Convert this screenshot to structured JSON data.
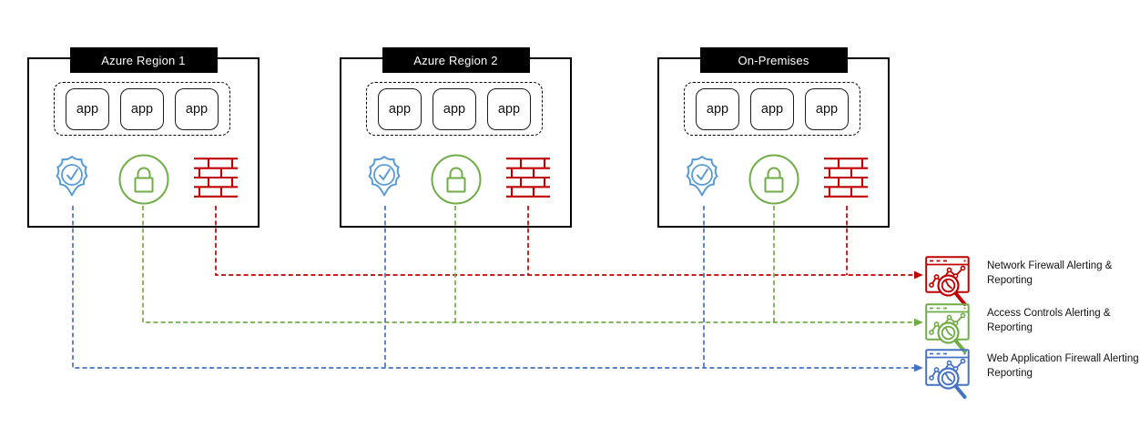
{
  "colors": {
    "shield_blue": "#5B9BD5",
    "line_blue": "#4472C4",
    "green": "#70AD47",
    "red": "#C00000",
    "box_border": "#000000"
  },
  "zones": [
    {
      "title": "Azure Region 1",
      "apps": [
        "app",
        "app",
        "app"
      ],
      "icons": [
        "shield-check",
        "lock",
        "firewall"
      ]
    },
    {
      "title": "Azure Region 2",
      "apps": [
        "app",
        "app",
        "app"
      ],
      "icons": [
        "shield-check",
        "lock",
        "firewall"
      ]
    },
    {
      "title": "On-Premises",
      "apps": [
        "app",
        "app",
        "app"
      ],
      "icons": [
        "shield-check",
        "lock",
        "firewall"
      ]
    }
  ],
  "reports": [
    {
      "icon": "report-chart-magnifier",
      "color": "#C00000",
      "label": "Network  Firewall Alerting & Reporting"
    },
    {
      "icon": "report-chart-magnifier",
      "color": "#70AD47",
      "label": "Access Controls Alerting & Reporting"
    },
    {
      "icon": "report-chart-magnifier",
      "color": "#4472C4",
      "label": "Web Application Firewall Alerting & Reporting"
    }
  ],
  "connections": [
    {
      "from": "firewall icons in all zones",
      "to": "Network  Firewall Alerting & Reporting",
      "color": "#C00000",
      "style": "dashed-arrow"
    },
    {
      "from": "lock icons in all zones",
      "to": "Access Controls Alerting & Reporting",
      "color": "#70AD47",
      "style": "dashed-arrow"
    },
    {
      "from": "shield-check icons in all zones",
      "to": "Web Application Firewall Alerting & Reporting",
      "color": "#4472C4",
      "style": "dashed-arrow"
    }
  ]
}
